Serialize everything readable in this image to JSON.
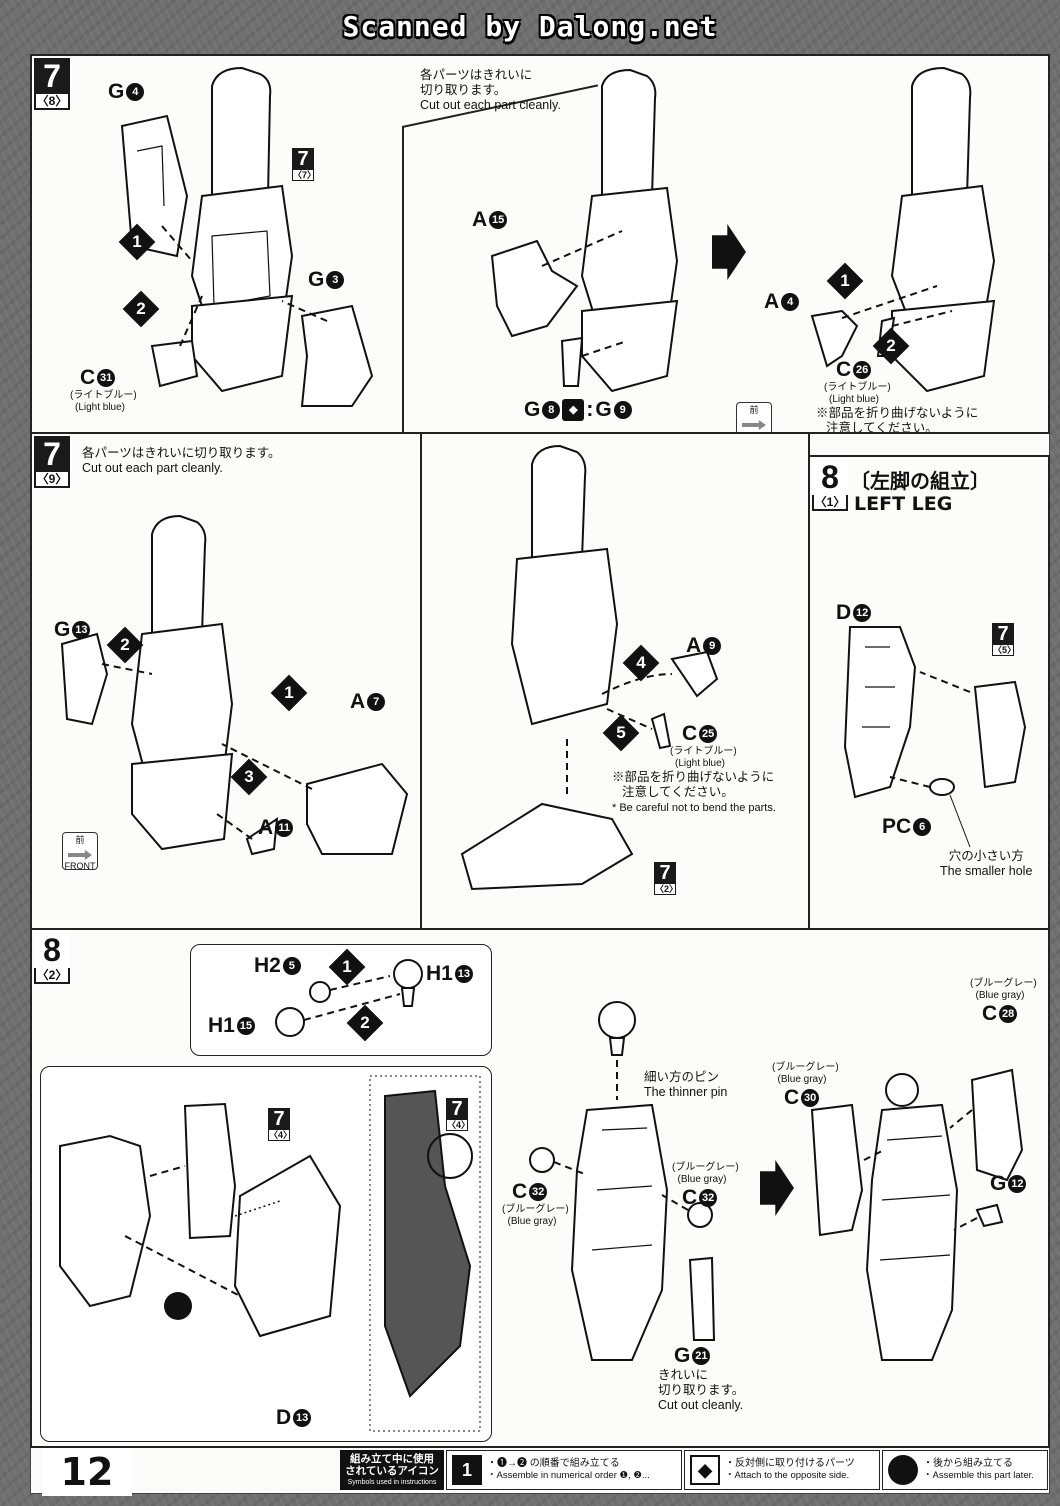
{
  "scan_credit": "Scanned by Dalong.net",
  "page_number": "12",
  "steps": {
    "s7_8": {
      "num": "7",
      "sub": "〈8〉"
    },
    "s7_9": {
      "num": "7",
      "sub": "〈9〉"
    },
    "s8_1": {
      "num": "8",
      "sub": "〈1〉",
      "title_jp": "〔左脚の組立〕",
      "title_en": "LEFT LEG"
    },
    "s8_2": {
      "num": "8",
      "sub": "〈2〉"
    }
  },
  "refs": {
    "r7_7": {
      "num": "7",
      "sub": "〈7〉"
    },
    "r7_2": {
      "num": "7",
      "sub": "〈2〉"
    },
    "r7_5": {
      "num": "7",
      "sub": "〈5〉"
    },
    "r7_4a": {
      "num": "7",
      "sub": "〈4〉"
    },
    "r7_4b": {
      "num": "7",
      "sub": "〈4〉"
    }
  },
  "parts": {
    "G4": {
      "letter": "G",
      "num": "4"
    },
    "G3": {
      "letter": "G",
      "num": "3"
    },
    "C31": {
      "letter": "C",
      "num": "31"
    },
    "A15": {
      "letter": "A",
      "num": "15"
    },
    "G8": {
      "letter": "G",
      "num": "8"
    },
    "G9": {
      "letter": "G",
      "num": "9"
    },
    "A4": {
      "letter": "A",
      "num": "4"
    },
    "C26": {
      "letter": "C",
      "num": "26"
    },
    "G13": {
      "letter": "G",
      "num": "13"
    },
    "A7": {
      "letter": "A",
      "num": "7"
    },
    "A11": {
      "letter": "A",
      "num": "11"
    },
    "A9": {
      "letter": "A",
      "num": "9"
    },
    "C25": {
      "letter": "C",
      "num": "25"
    },
    "D12": {
      "letter": "D",
      "num": "12"
    },
    "PC6": {
      "letter": "PC",
      "num": "6"
    },
    "H2_5": {
      "letter": "H2",
      "num": "5"
    },
    "H1_13": {
      "letter": "H1",
      "num": "13"
    },
    "H1_15": {
      "letter": "H1",
      "num": "15"
    },
    "C32a": {
      "letter": "C",
      "num": "32"
    },
    "C32b": {
      "letter": "C",
      "num": "32"
    },
    "C30": {
      "letter": "C",
      "num": "30"
    },
    "C28": {
      "letter": "C",
      "num": "28"
    },
    "G12": {
      "letter": "G",
      "num": "12"
    },
    "G21": {
      "letter": "G",
      "num": "21"
    },
    "D13": {
      "letter": "D",
      "num": "13"
    }
  },
  "seq": {
    "n1": "1",
    "n2": "2",
    "n3": "3",
    "n4": "4",
    "n5": "5"
  },
  "colors": {
    "light_blue_jp": "(ライトブルー)",
    "light_blue_en": "(Light blue)",
    "blue_gray_jp": "(ブルーグレー)",
    "blue_gray_en": "(Blue gray)"
  },
  "notes": {
    "cut_jp_1": "各パーツはきれいに",
    "cut_jp_2": "切り取ります。",
    "cut_en": "Cut out each part cleanly.",
    "cut_jp_full": "各パーツはきれいに切り取ります。",
    "bend_jp_1": "※部品を折り曲げないように",
    "bend_jp_2": "注意してください。",
    "bend_en": "* Be careful not to bend the parts.",
    "hole_jp": "穴の小さい方",
    "hole_en": "The smaller hole",
    "pin_jp": "細い方のピン",
    "pin_en": "The thinner pin",
    "clean_jp_1": "きれいに",
    "clean_jp_2": "切り取ります。",
    "clean_en": "Cut out cleanly.",
    "front_jp": "前",
    "front_en": "FRONT",
    "opposite_sep": ":"
  },
  "legend": {
    "title_jp_1": "組み立て中に使用",
    "title_jp_2": "されているアイコン",
    "title_en": "Symbols used in instructions",
    "numeric_icon": "1",
    "numeric_jp": "・❶→❷ の順番で組み立てる",
    "numeric_en": "・Assemble in numerical order ❶, ❷...",
    "opposite_jp": "・反対側に取り付けるパーツ",
    "opposite_en": "・Attach to the opposite side.",
    "later_jp": "・後から組み立てる",
    "later_en": "・Assemble this part later."
  }
}
